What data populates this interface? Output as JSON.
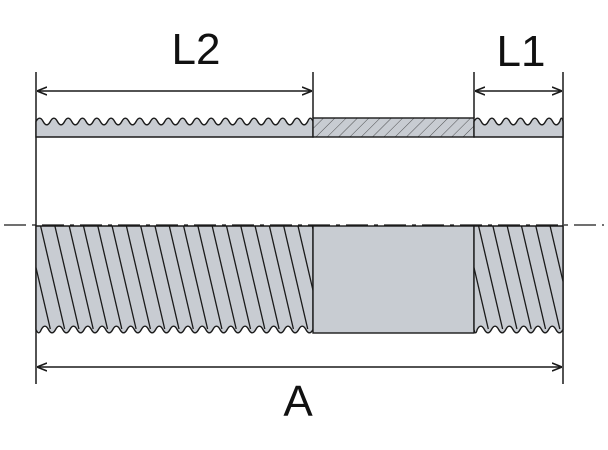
{
  "dimensions": {
    "l2_label": "L2",
    "l1_label": "L1",
    "a_label": "A"
  },
  "colors": {
    "line": "#1a1a1a",
    "fill": "#c8ccd2",
    "background": "#ffffff"
  }
}
